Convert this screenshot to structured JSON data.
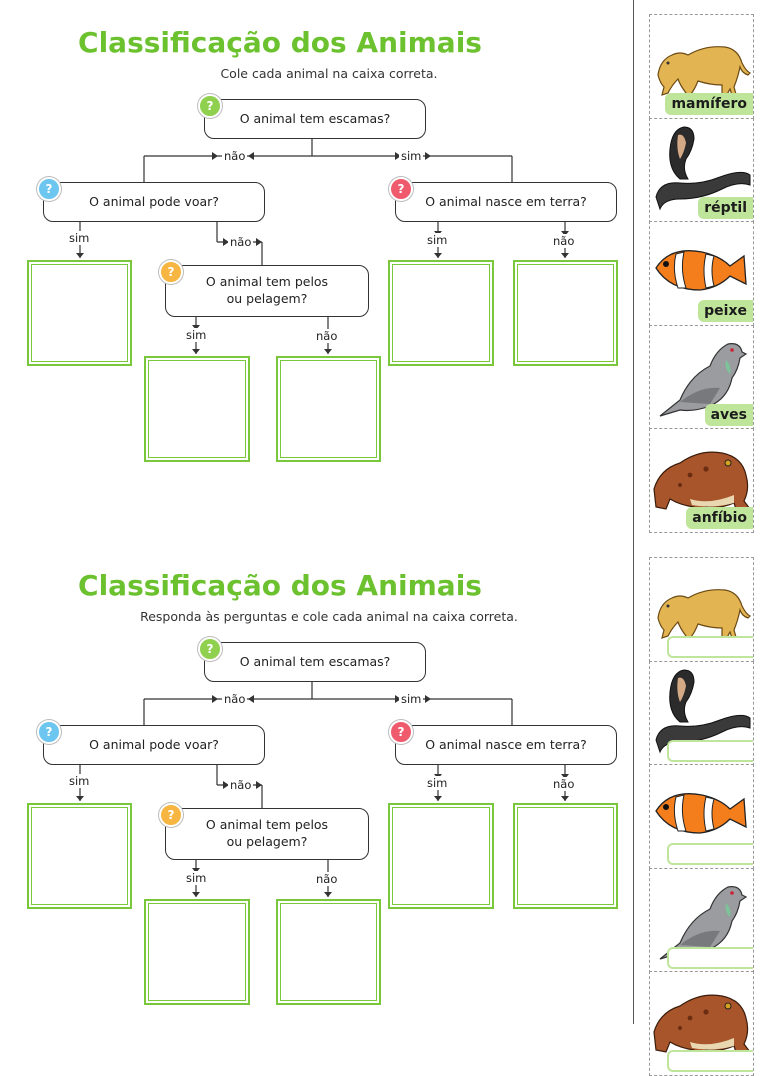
{
  "colors": {
    "accent_green": "#6cc12f",
    "box_green": "#79c83b",
    "tag_green": "#bfe59b",
    "badge_green": "#8fd14f",
    "badge_blue": "#6cc6ef",
    "badge_orange": "#f7b541",
    "badge_red": "#ef5b6d"
  },
  "worksheets": [
    {
      "title": "Classificação dos Animais",
      "subtitle": "Cole cada animal na caixa correta.",
      "q_scales": "O animal tem escamas?",
      "q_fly": "O animal pode voar?",
      "q_land": "O animal nasce em terra?",
      "q_fur_1": "O animal tem pelos",
      "q_fur_2": "ou pelagem?",
      "badge": "?",
      "nao": "não",
      "sim": "sim"
    },
    {
      "title": "Classificação dos Animais",
      "subtitle": "Responda às perguntas e cole cada animal na caixa correta.",
      "q_scales": "O animal tem escamas?",
      "q_fly": "O animal pode voar?",
      "q_land": "O animal nasce em terra?",
      "q_fur_1": "O animal tem pelos",
      "q_fur_2": "ou pelagem?",
      "badge": "?",
      "nao": "não",
      "sim": "sim"
    }
  ],
  "cards": {
    "labeled": [
      {
        "icon": "lion-icon",
        "label": "mamífero"
      },
      {
        "icon": "cobra-icon",
        "label": "réptil"
      },
      {
        "icon": "clownfish-icon",
        "label": "peixe"
      },
      {
        "icon": "pigeon-icon",
        "label": "aves"
      },
      {
        "icon": "toad-icon",
        "label": "anfíbio"
      }
    ],
    "blank": [
      {
        "icon": "lion-icon"
      },
      {
        "icon": "cobra-icon"
      },
      {
        "icon": "clownfish-icon"
      },
      {
        "icon": "pigeon-icon"
      },
      {
        "icon": "toad-icon"
      }
    ]
  }
}
